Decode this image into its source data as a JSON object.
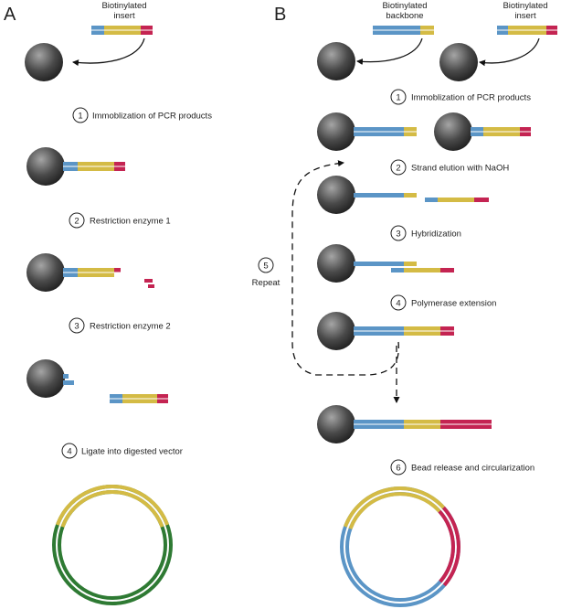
{
  "panels": {
    "a": "A",
    "b": "B"
  },
  "labels": {
    "a_insert_line1": "Biotinylated",
    "a_insert_line2": "insert",
    "b_backbone_line1": "Biotinylated",
    "b_backbone_line2": "backbone",
    "b_insert_line1": "Biotinylated",
    "b_insert_line2": "insert"
  },
  "steps_a": [
    {
      "num": "1",
      "text": "Immoblization of PCR products"
    },
    {
      "num": "2",
      "text": "Restriction enzyme 1"
    },
    {
      "num": "3",
      "text": "Restriction enzyme 2"
    },
    {
      "num": "4",
      "text": "Ligate into digested vector"
    }
  ],
  "steps_b": [
    {
      "num": "1",
      "text": "Immoblization of PCR products"
    },
    {
      "num": "2",
      "text": "Strand elution with NaOH"
    },
    {
      "num": "3",
      "text": "Hybridization"
    },
    {
      "num": "4",
      "text": "Polymerase extension"
    },
    {
      "num": "5",
      "text": "Repeat"
    },
    {
      "num": "6",
      "text": "Bead release and circularization"
    }
  ],
  "colors": {
    "backbone_blue": "#5b95c6",
    "insert_yellow": "#d4bb45",
    "end_red": "#c42452",
    "vector_green": "#2e7a33",
    "bead_dark": "#2a2a2a",
    "bead_light": "#9a9a9a"
  }
}
